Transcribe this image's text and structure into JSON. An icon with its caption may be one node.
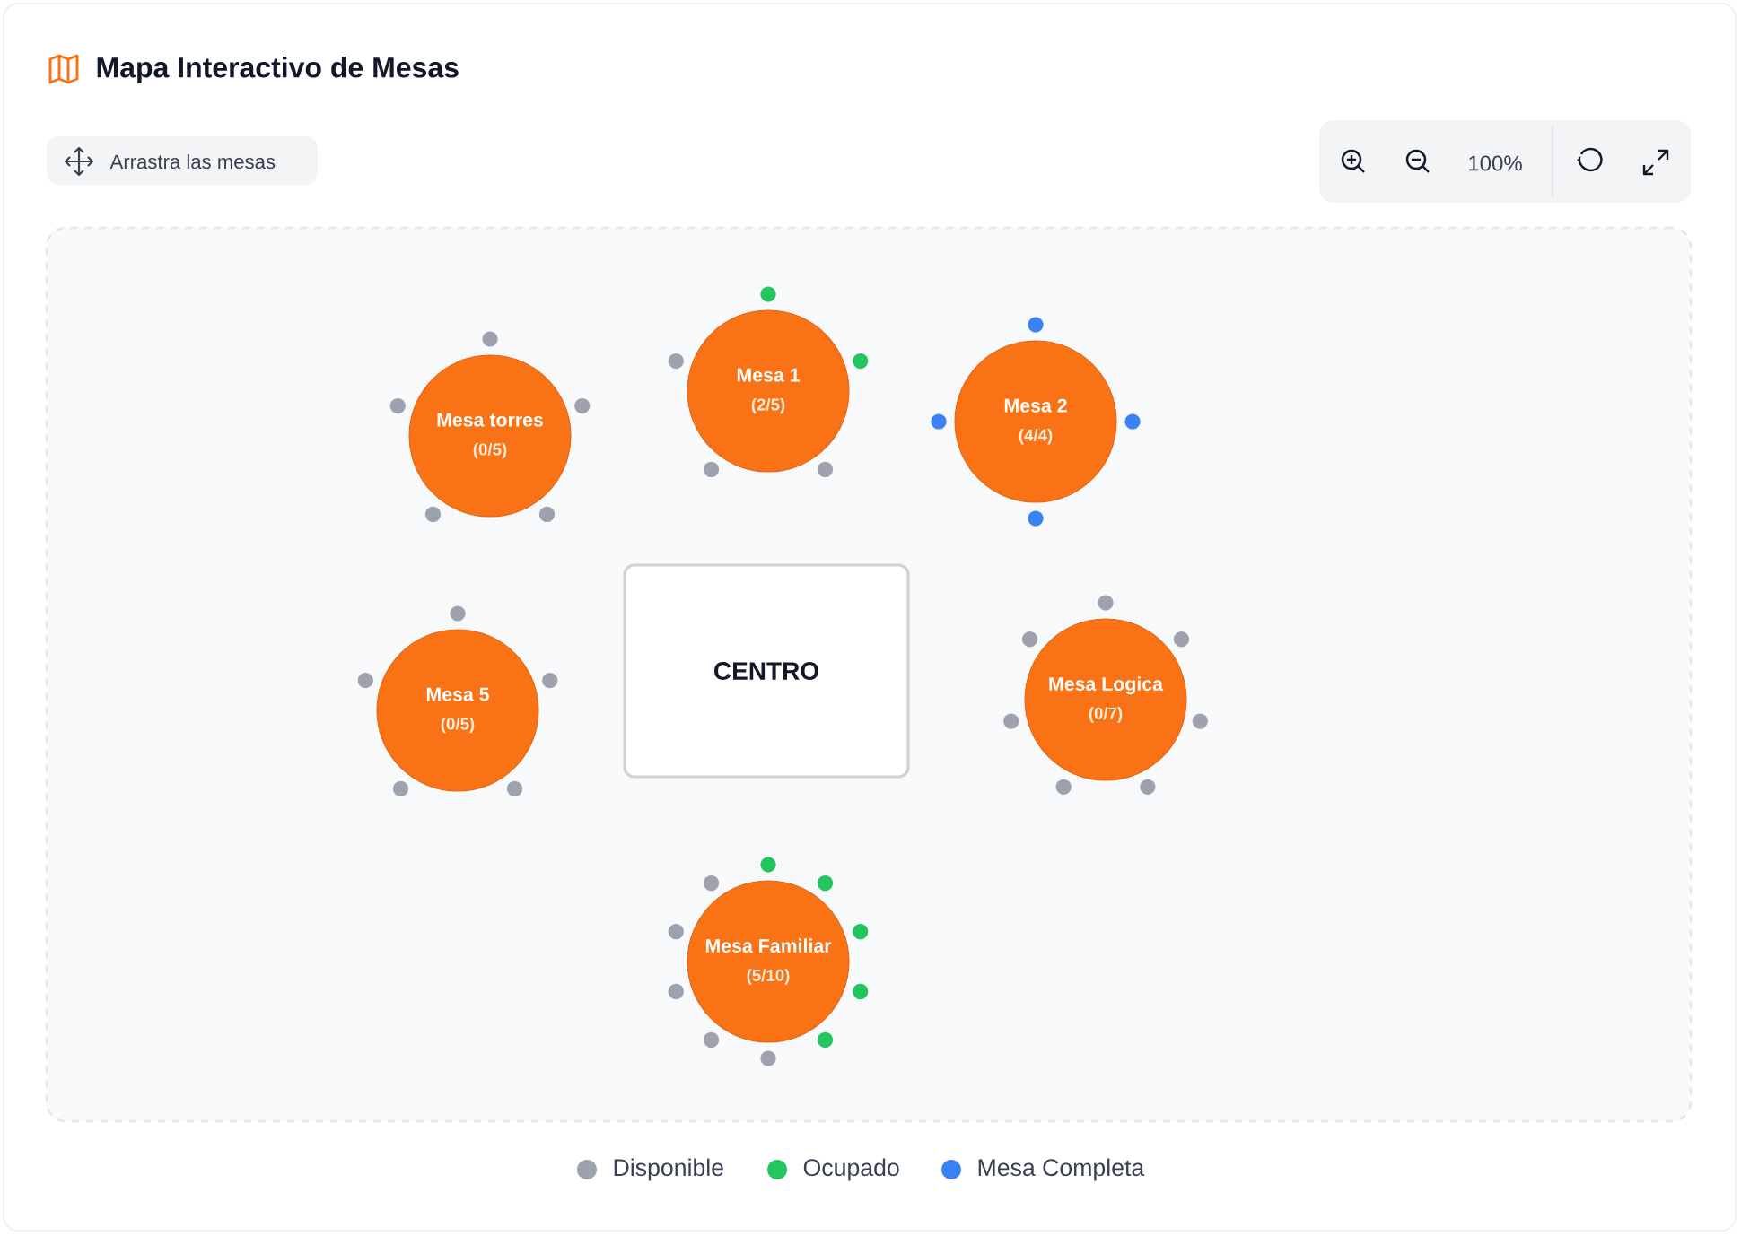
{
  "diagram": {
    "title": "Mapa Interactivo de Mesas",
    "nodes": [
      {
        "text": [
          "Arrastra las mesas"
        ]
      },
      {
        "text": [
          "100%"
        ]
      },
      {
        "text": [],
        "shape": "box"
      },
      {
        "text": [
          "Mesa torres",
          "(0/5)"
        ],
        "in": 2
      },
      {
        "text": [
          "Mesa 1",
          "(2/5)"
        ],
        "in": 2
      },
      {
        "text": [
          "Mesa 2",
          "(4/4)"
        ],
        "in": 2
      },
      {
        "text": [
          "Mesa 5",
          "(0/5)"
        ],
        "in": 2
      },
      {
        "text": [
          "CENTRO"
        ],
        "in": 2
      },
      {
        "text": [
          "Mesa Logica",
          "(0/7)"
        ],
        "in": 2
      },
      {
        "text": [
          "Mesa Familiar",
          "(5/10)"
        ],
        "in": 2
      }
    ],
    "legend": [
      {
        "text": "Disponible",
        "color": "#9ca3af"
      },
      {
        "text": "Ocupado",
        "color": "#22c55e"
      },
      {
        "text": "Mesa Completa",
        "color": "#3b82f6"
      }
    ]
  }
}
